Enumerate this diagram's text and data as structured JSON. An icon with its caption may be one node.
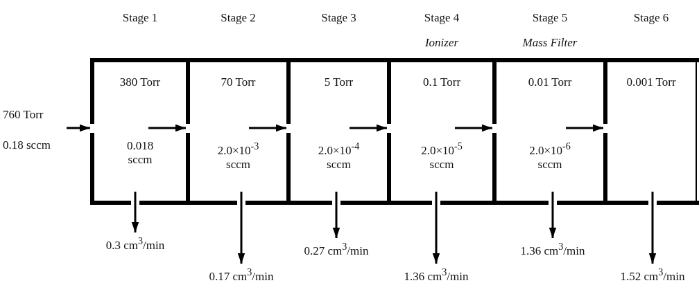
{
  "diagram": {
    "nodes": [
      {
        "text": [
          "760 Torr",
          "0.18 sccm"
        ]
      },
      {
        "text": [
          "Stage 1",
          "380 Torr",
          "0.018 sccm"
        ]
      },
      {
        "text": [
          "Stage 2",
          "70 Torr",
          "2.0×10$^{-3}$ sccm"
        ]
      },
      {
        "text": [
          "Stage 3",
          "5 Torr",
          "2.0×10$^{-4}$ sccm"
        ]
      },
      {
        "text": [
          "Stage 4",
          "Ionizer",
          "0.1 Torr",
          "2.0×10$^{-5}$ sccm"
        ]
      },
      {
        "text": [
          "Stage 5",
          "Mass Filter",
          "0.01 Torr",
          "2.0×10$^{-6}$ sccm"
        ]
      },
      {
        "text": [
          "Stage 6",
          "0.001 Torr"
        ]
      },
      {
        "text": [
          "0.3 cm$^{3}$/min"
        ]
      },
      {
        "text": [
          "0.17 cm$^{3}$/min"
        ]
      },
      {
        "text": [
          "0.27 cm$^{3}$/min"
        ]
      },
      {
        "text": [
          "1.36 cm$^{3}$/min"
        ]
      },
      {
        "text": [
          "1.36 cm$^{3}$/min"
        ]
      },
      {
        "text": [
          "1.52 cm$^{3}$/min"
        ]
      }
    ],
    "edges": [
      {
        "from": 0,
        "to": 1,
        "arrow": "to"
      },
      {
        "from": 1,
        "to": 2,
        "arrow": "to"
      },
      {
        "from": 2,
        "to": 3,
        "arrow": "to"
      },
      {
        "from": 3,
        "to": 4,
        "arrow": "to"
      },
      {
        "from": 4,
        "to": 5,
        "arrow": "to"
      },
      {
        "from": 5,
        "to": 6,
        "arrow": "to"
      },
      {
        "from": 1,
        "to": 7,
        "arrow": "to"
      },
      {
        "from": 2,
        "to": 8,
        "arrow": "to"
      },
      {
        "from": 3,
        "to": 9,
        "arrow": "to"
      },
      {
        "from": 4,
        "to": 10,
        "arrow": "to"
      },
      {
        "from": 5,
        "to": 11,
        "arrow": "to"
      },
      {
        "from": 6,
        "to": 12,
        "arrow": "to"
      }
    ]
  }
}
